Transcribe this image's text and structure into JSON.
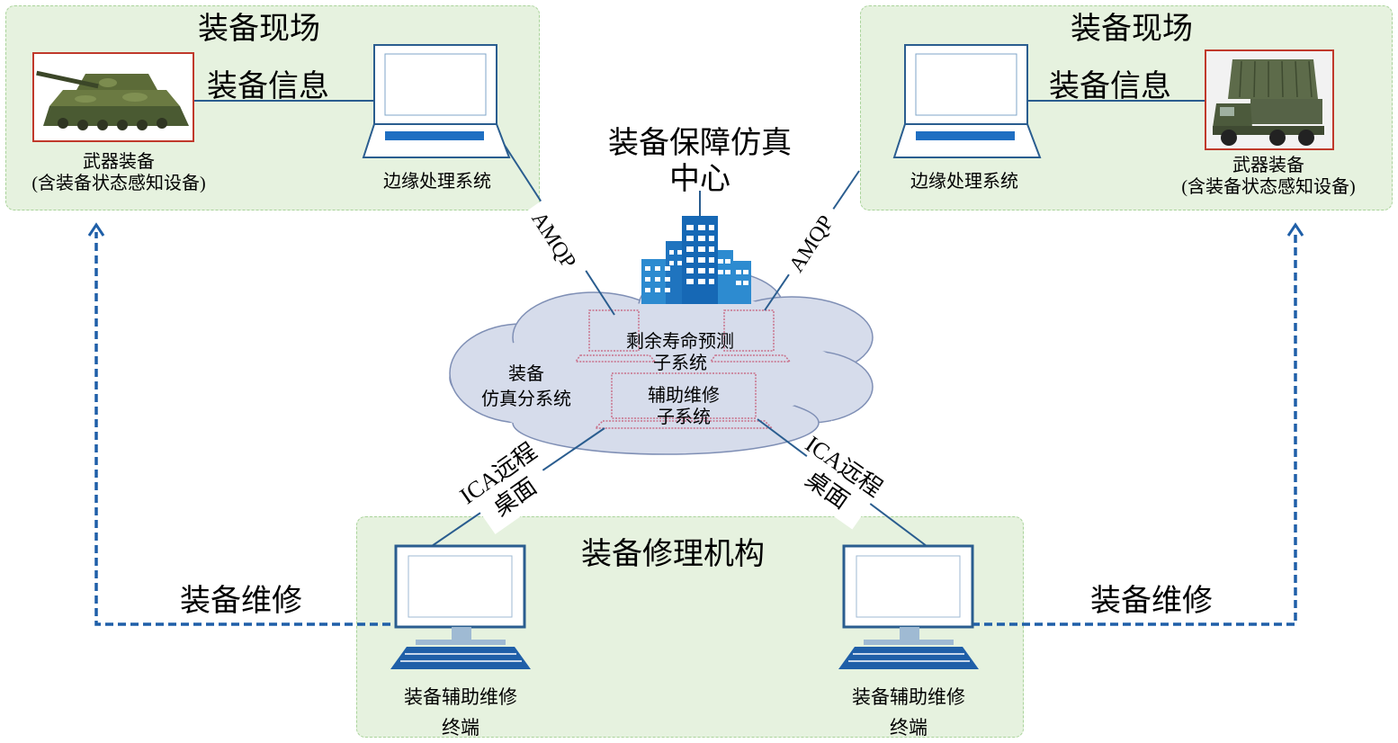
{
  "left_site": {
    "title": "装备现场",
    "info_label": "装备信息",
    "weapon_label_line1": "武器装备",
    "weapon_label_line2": "(含装备状态感知设备)",
    "edge_label": "边缘处理系统"
  },
  "right_site": {
    "title": "装备现场",
    "info_label": "装备信息",
    "weapon_label_line1": "武器装备",
    "weapon_label_line2": "(含装备状态感知设备)",
    "edge_label": "边缘处理系统"
  },
  "center": {
    "title_line1": "装备保障仿真",
    "title_line2": "中心",
    "cloud_label_line1": "装备",
    "cloud_label_line2": "仿真分系统",
    "rul_line1": "剩余寿命预测",
    "rul_line2": "子系统",
    "aux_line1": "辅助维修",
    "aux_line2": "子系统"
  },
  "protocols": {
    "left_amqp": "AMQP",
    "right_amqp": "AMQP",
    "left_ica_line1": "ICA远程",
    "left_ica_line2": "桌面",
    "right_ica_line1": "ICA远程",
    "right_ica_line2": "桌面"
  },
  "repair": {
    "title": "装备修理机构",
    "left_terminal_line1": "装备辅助维修",
    "left_terminal_line2": "终端",
    "right_terminal_line1": "装备辅助维修",
    "right_terminal_line2": "终端",
    "left_maint_label": "装备维修",
    "right_maint_label": "装备维修"
  },
  "colors": {
    "panel_fill": "#e6f2df",
    "panel_border": "#a9d39a",
    "line_blue": "#2a5d8f",
    "dashed_blue": "#1f5fa8",
    "cloud_fill": "#d6dceb",
    "pink_outline": "#c9708a"
  }
}
